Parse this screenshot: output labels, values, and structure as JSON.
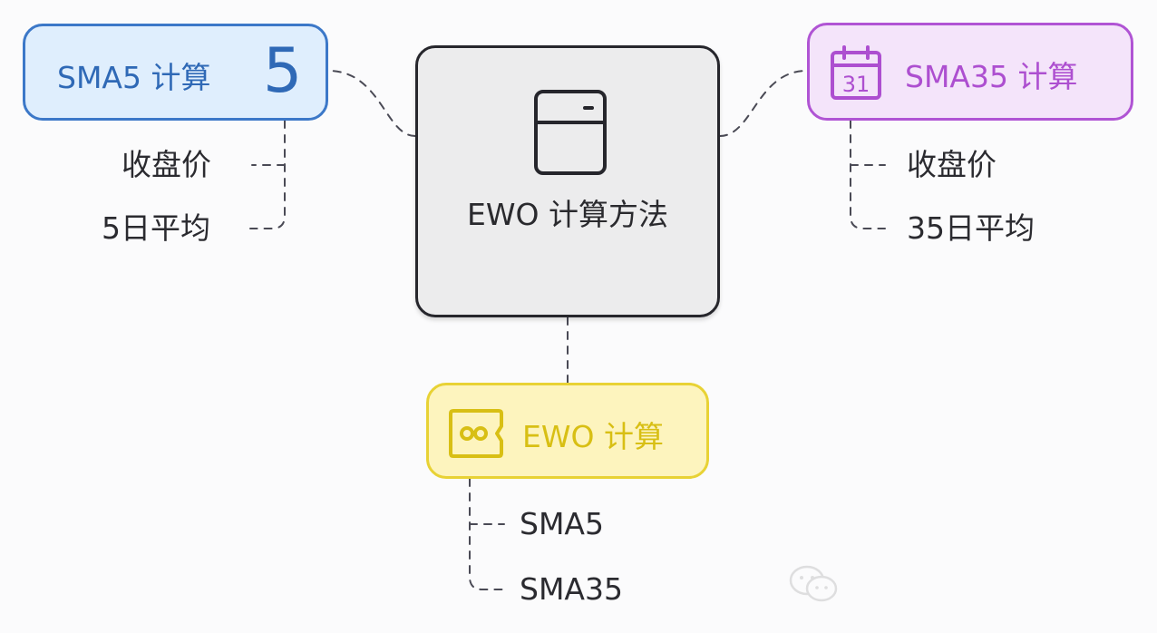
{
  "center": {
    "title": "EWO 计算方法",
    "icon": "calculator-icon"
  },
  "sma5": {
    "title": "SMA5 计算",
    "badge": "5",
    "items": [
      "收盘价",
      "5日平均"
    ],
    "colors": {
      "fill": "#dfeefd",
      "border": "#3c78c8",
      "text": "#2f69b6"
    }
  },
  "sma35": {
    "title": "SMA35 计算",
    "icon": "calendar-31-icon",
    "items": [
      "收盘价",
      "35日平均"
    ],
    "colors": {
      "fill": "#f4e4fa",
      "border": "#b054d4",
      "text": "#ad4fd0"
    }
  },
  "ewo": {
    "title": "EWO 计算",
    "icon": "oscillator-icon",
    "items": [
      "SMA5",
      "SMA35"
    ],
    "colors": {
      "fill": "#fdf4be",
      "border": "#e8d235",
      "text": "#d8bf14"
    }
  },
  "watermark_icon": "wechat-icon"
}
